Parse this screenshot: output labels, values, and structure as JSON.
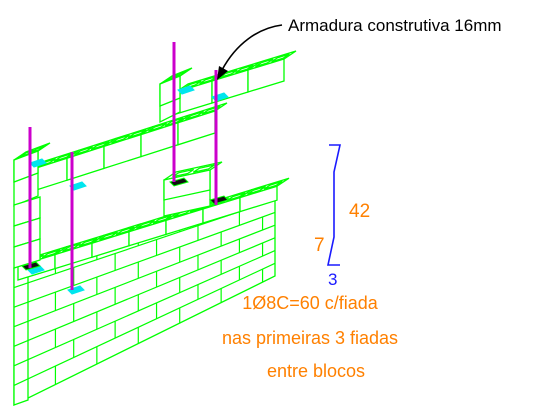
{
  "callout": {
    "text": "Armadura construtiva 16mm"
  },
  "dimensions": {
    "top": "42",
    "middle": "7",
    "bottom": "3"
  },
  "note": {
    "line1": "1Ø8C=60 c/fiada",
    "line2": "nas primeiras 3 fiadas",
    "line3": "entre blocos"
  },
  "colors": {
    "block": "#00ff00",
    "rebar": "#cc00cc",
    "grout": "#00e5ee",
    "dimension": "#1a1aff",
    "note": "#ff8000",
    "ink": "#000000"
  }
}
